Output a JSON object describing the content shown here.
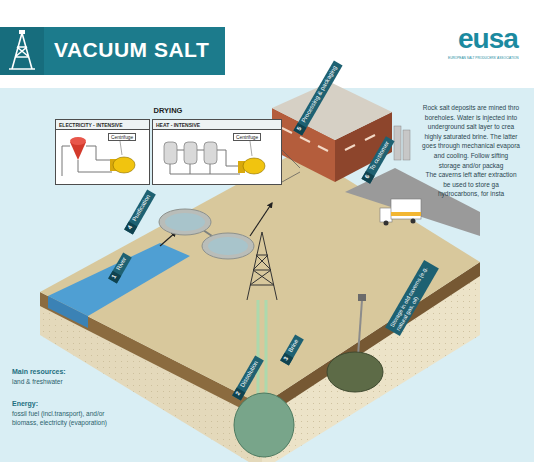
{
  "diagram": {
    "title": "VACUUM SALT",
    "nodes": [
      {
        "text": [
          "ELECTRICITY - INTENSIVE",
          "Centrifuge"
        ]
      },
      {
        "text": [
          "HEAT - INTENSIVE",
          "Centrifuge"
        ]
      },
      {
        "text": [
          "5",
          "Processing & packaging"
        ]
      },
      {
        "text": [
          "6",
          "To customer"
        ]
      },
      {
        "text": [
          "4",
          "Purification"
        ]
      },
      {
        "text": [
          "1",
          "River"
        ]
      },
      {
        "text": [
          "Storage in old caverns (e.g. natural gas, oil)"
        ]
      },
      {
        "text": [
          "3",
          "Brine"
        ]
      },
      {
        "text": [
          "2",
          "Dissolution"
        ]
      }
    ],
    "labels": [
      "DRYING",
      "eusa",
      "EUROPEAN SALT PRODUCERS' ASSOCIATION",
      "Rock salt deposits are mined thro",
      "boreholes. Water is injected into",
      "underground salt layer to crea",
      "highly saturated brine. The latter",
      "goes through mechanical evapora",
      "and cooling. Follow sifting",
      "storage and/or packag",
      "The caverns left after extraction",
      "be used to store ga",
      "hydrocarbons, for insta",
      "Main resources:",
      "land & freshwater",
      "Energy:",
      "fossil fuel (incl.transport), and/or biomass, electricity (evaporation)"
    ]
  }
}
